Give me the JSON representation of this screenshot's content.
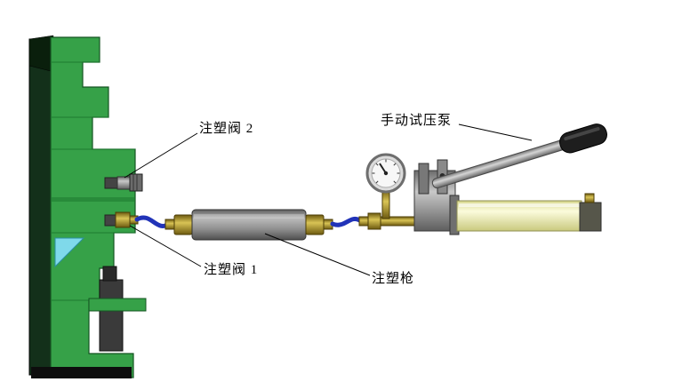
{
  "labels": {
    "valve2": "注塑阀 2",
    "pump": "手动试压泵",
    "valve1": "注塑阀 1",
    "gun": "注塑枪"
  },
  "colors": {
    "mold_green": "#36a148",
    "mold_green_dark": "#1e7a30",
    "mold_outline": "#145522",
    "dark_strip": "#13301a",
    "cyan_insert": "#7fd9ea",
    "hose_blue": "#2133b8",
    "grip_black": "#1e1e1e",
    "leader_line": "#000000"
  }
}
